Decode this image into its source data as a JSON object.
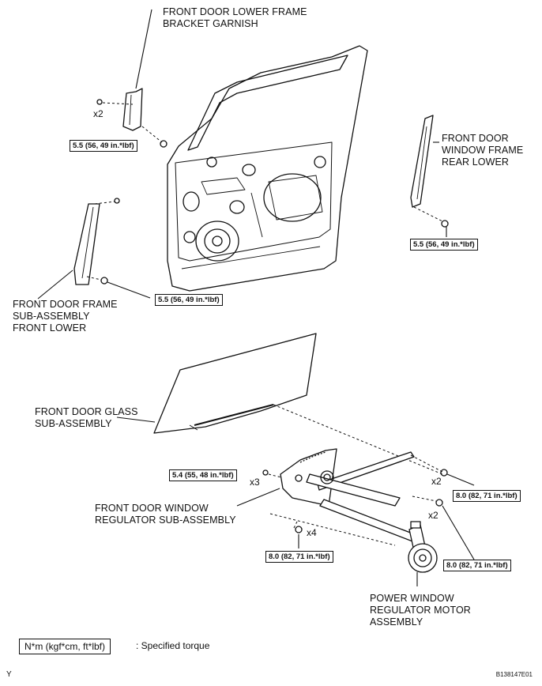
{
  "labels": {
    "bracket_garnish": "FRONT DOOR LOWER FRAME\nBRACKET GARNISH",
    "window_frame_rear": "FRONT DOOR\nWINDOW FRAME\nREAR LOWER",
    "frame_front_lower": "FRONT DOOR FRAME\nSUB-ASSEMBLY\nFRONT LOWER",
    "door_glass": "FRONT DOOR GLASS\nSUB-ASSEMBLY",
    "regulator": "FRONT DOOR WINDOW\nREGULATOR SUB-ASSEMBLY",
    "motor": "POWER WINDOW\nREGULATOR MOTOR\nASSEMBLY"
  },
  "torques": {
    "t1": "5.5 (56, 49 in.*lbf)",
    "t2": "5.5 (56, 49 in.*lbf)",
    "t3": "5.5 (56, 49 in.*lbf)",
    "t4": "5.4 (55, 48 in.*lbf)",
    "t5": "8.0 (82, 71 in.*lbf)",
    "t6": "8.0 (82, 71 in.*lbf)",
    "t7": "8.0 (82, 71 in.*lbf)"
  },
  "quantities": {
    "q1": "x2",
    "q2": "x3",
    "q3": "x2",
    "q4": "x2",
    "q5": "x4"
  },
  "legend": {
    "box": "N*m (kgf*cm, ft*lbf)",
    "text": ": Specified torque"
  },
  "footer": {
    "left": "Y",
    "code": "B138147E01"
  }
}
